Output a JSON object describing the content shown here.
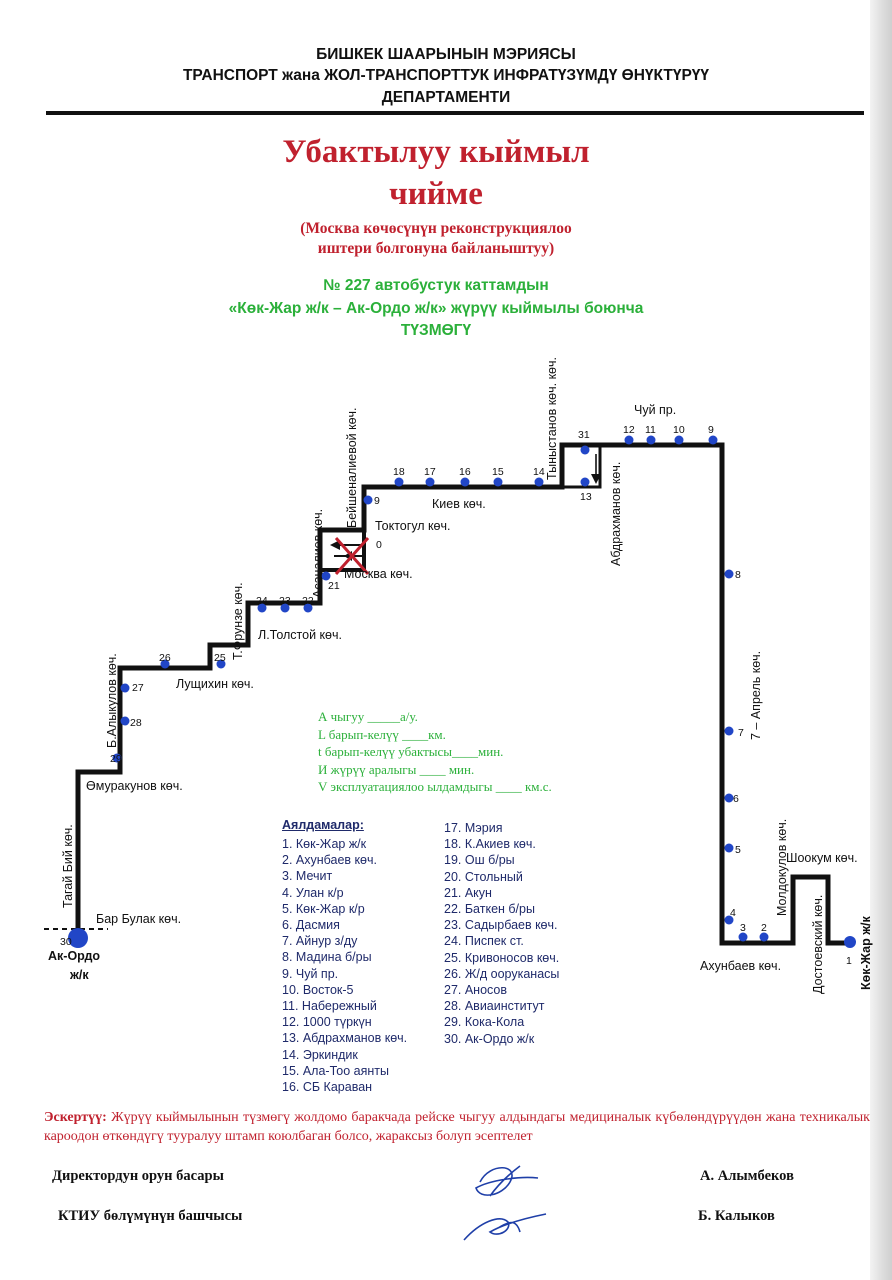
{
  "header": {
    "line1": "БИШКЕК ШААРЫНЫН МЭРИЯСЫ",
    "line2": "ТРАНСПОРТ жана ЖОЛ-ТРАНСПОРТТУК ИНФРАТҮЗҮМДҮ ӨНҮКТҮРҮҮ",
    "line3": "ДЕПАРТАМЕНТИ"
  },
  "title": {
    "line1": "Убактылуу кыймыл",
    "line2": "чийме",
    "sub1": "(Москва көчөсүнүн реконструкциялоо",
    "sub2": "иштери болгонуна байланыштуу)"
  },
  "route": {
    "line1": "№ 227  автобустук каттамдын",
    "line2": "«Көк-Жар ж/к – Ак-Ордо ж/к» жүрүү кыймылы боюнча",
    "line3": "ТҮЗМӨГҮ"
  },
  "streets": {
    "tagai_biy": "Тагай Бий көч.",
    "bar_bulak": "Бар Булак көч.",
    "omurakunov": "Өмуракунов көч.",
    "b_alykulov": "Б.Алыкулов көч.",
    "lushchikhin": "Лущихин көч.",
    "t_frunze": "Т.Фрунзе көч.",
    "l_tolstoy": "Л.Толстой көч.",
    "asanaliev": "Асаналиев көч.",
    "moskva": "Москва көч.",
    "toktogul": "Токтогул көч.",
    "beyshenalieva": "Бейшеналиевой көч.",
    "kiev": "Киев көч.",
    "tynystanov": "Тыныстанов көч. көч.",
    "abdrakhmanov": "Абдрахманов көч.",
    "chuy": "Чуй пр.",
    "april7": "7 – Апрель көч.",
    "moldokulov": "Молдокулов көч.",
    "shookum": "Шоокум көч.",
    "dostoevsky": "Достоевский көч.",
    "akhunbaev": "Ахунбаев көч.",
    "kok_zhar": "Көк-Жар ж/к",
    "ak_ordo_1": "Ак-Ордо",
    "ak_ordo_2": "ж/к"
  },
  "stop_numbers": {
    "s1": "1",
    "s2": "2",
    "s3": "3",
    "s4": "4",
    "s5": "5",
    "s6": "6",
    "s7": "7",
    "s8": "8",
    "s9": "9",
    "s10": "10",
    "s11": "11",
    "s12": "12",
    "s13": "13",
    "s14": "14",
    "s15": "15",
    "s16": "16",
    "s17": "17",
    "s18": "18",
    "s19": "9",
    "s20": "0",
    "s21": "21",
    "s22": "22",
    "s23": "23",
    "s24": "24",
    "s25": "25",
    "s26": "26",
    "s27": "27",
    "s28": "28",
    "s29": "29",
    "s30": "30",
    "s31": "31"
  },
  "fields": {
    "a": "А чыгуу  _____а/у.",
    "l": "L барып-келүү  ____км.",
    "t": "t барып-келүү убактысы____мин.",
    "i": "И жүрүү аралыгы ____      мин.",
    "v": "V эксплуатациялоо ылдамдыгы ____ км.с."
  },
  "legend": {
    "title": "Аялдамалар:",
    "col1": [
      "1. Көк-Жар ж/к",
      "2. Ахунбаев көч.",
      "3. Мечит",
      "4. Улан к/р",
      "5. Көк-Жар к/р",
      "6. Дасмия",
      "7. Айнур з/ду",
      "8. Мадина б/ры",
      "9. Чуй пр.",
      "10. Восток-5",
      "11. Набережный",
      "12. 1000 түркүн",
      "13. Абдрахманов көч.",
      "14. Эркиндик",
      "15. Ала-Тоо аянты",
      "16. СБ Караван"
    ],
    "col2": [
      "17. Мэрия",
      "18. К.Акиев көч.",
      "19. Ош б/ры",
      "20. Стольный",
      "21. Акун",
      "22. Баткен б/ры",
      "23. Садырбаев көч.",
      "24. Писпек ст.",
      "25. Кривоносов көч.",
      "26. Ж/д ооруканасы",
      "27. Аносов",
      "28. Авиаинститут",
      "29. Кока-Кола",
      "30. Ак-Ордо ж/к"
    ]
  },
  "note": {
    "label": "Эскертүү:",
    "text": " Жүрүү кыймылынын түзмөгү жолдомо баракчада рейске чыгуу алдындагы медициналык күбөлөндүрүүдөн жана техникалык кароодон өткөндүгү тууралуу штамп коюлбаган болсо, жараксыз болуп эсептелет"
  },
  "signatures": {
    "role1": "Директордун орун басары",
    "name1": "А. Алымбеков",
    "role2": "КТИУ  бөлүмүнүн башчысы",
    "name2": "Б. Калыков"
  },
  "colors": {
    "red": "#c0212e",
    "green": "#2bb03a",
    "route": "#111111",
    "stop": "#2146c7",
    "legend_text": "#1f2a6a"
  }
}
